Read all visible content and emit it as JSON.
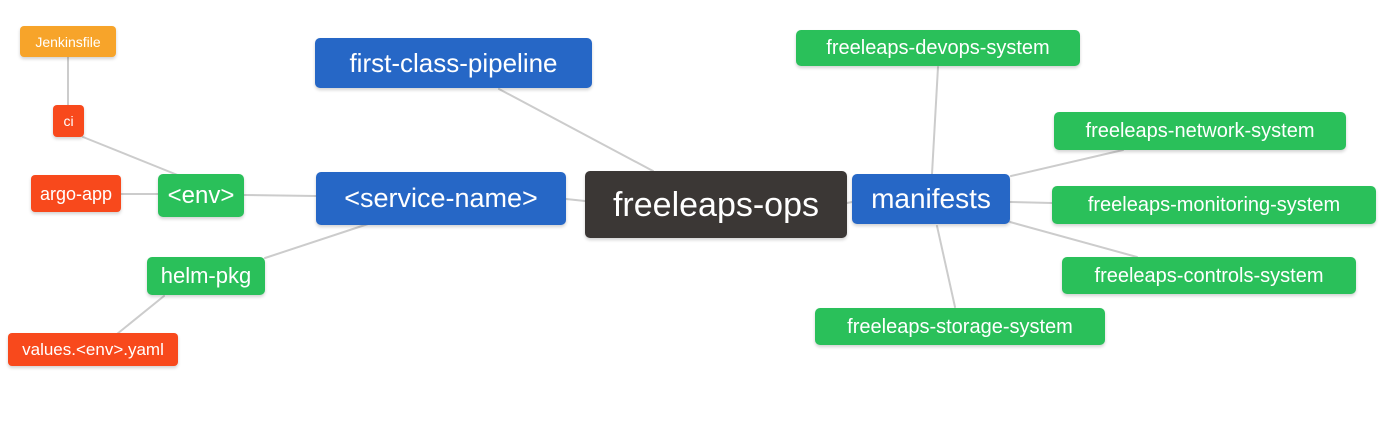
{
  "diagram": {
    "title": "freeleaps-ops repository mind map",
    "background": "#ffffff",
    "colors": {
      "root": "#3B3735",
      "branch_blue": "#2667C6",
      "leaf_green": "#2AC05A",
      "leaf_red": "#F8491C",
      "leaf_orange": "#F7A42A",
      "edge": "#CCCCCC",
      "text": "#FFFFFF"
    },
    "nodes": {
      "freeleaps_ops": {
        "label": "freeleaps-ops"
      },
      "first_class_pipeline": {
        "label": "first-class-pipeline"
      },
      "service_name": {
        "label": "<service-name>"
      },
      "manifests": {
        "label": "manifests"
      },
      "env": {
        "label": "<env>"
      },
      "argo_app": {
        "label": "argo-app"
      },
      "ci": {
        "label": "ci"
      },
      "jenkinsfile": {
        "label": "Jenkinsfile"
      },
      "helm_pkg": {
        "label": "helm-pkg"
      },
      "values_yaml": {
        "label": "values.<env>.yaml"
      },
      "devops_system": {
        "label": "freeleaps-devops-system"
      },
      "network_system": {
        "label": "freeleaps-network-system"
      },
      "monitoring_system": {
        "label": "freeleaps-monitoring-system"
      },
      "controls_system": {
        "label": "freeleaps-controls-system"
      },
      "storage_system": {
        "label": "freeleaps-storage-system"
      }
    },
    "edges": [
      {
        "from": "jenkinsfile",
        "to": "ci"
      },
      {
        "from": "ci",
        "to": "env"
      },
      {
        "from": "argo_app",
        "to": "env"
      },
      {
        "from": "env",
        "to": "service_name"
      },
      {
        "from": "service_name",
        "to": "helm_pkg"
      },
      {
        "from": "helm_pkg",
        "to": "values_yaml"
      },
      {
        "from": "service_name",
        "to": "freeleaps_ops"
      },
      {
        "from": "first_class_pipeline",
        "to": "freeleaps_ops"
      },
      {
        "from": "freeleaps_ops",
        "to": "manifests"
      },
      {
        "from": "manifests",
        "to": "devops_system"
      },
      {
        "from": "manifests",
        "to": "network_system"
      },
      {
        "from": "manifests",
        "to": "monitoring_system"
      },
      {
        "from": "manifests",
        "to": "controls_system"
      },
      {
        "from": "manifests",
        "to": "storage_system"
      }
    ]
  }
}
